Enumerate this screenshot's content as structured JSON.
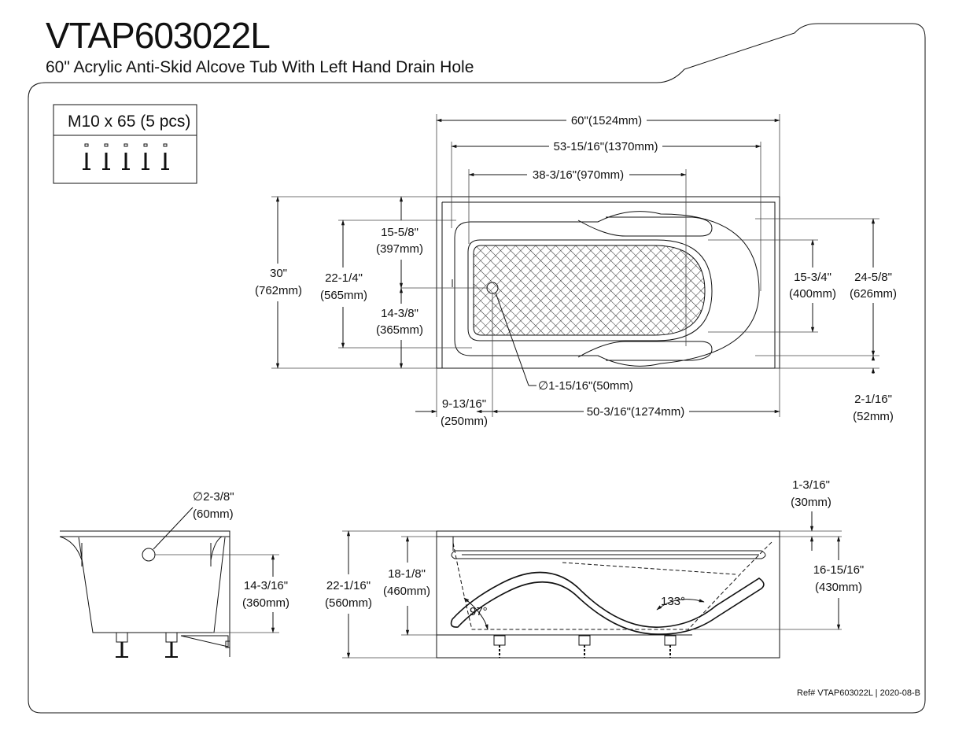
{
  "header": {
    "model": "VTAP603022L",
    "description": "60\" Acrylic Anti-Skid Alcove Tub With Left Hand Drain Hole"
  },
  "hardware": {
    "label": "M10 x 65 (5 pcs)"
  },
  "top_view": {
    "dims": {
      "overall_length": "60\"(1524mm)",
      "inner_length": "53-15/16\"(1370mm)",
      "bottom_length": "38-3/16\"(970mm)",
      "width_in": "30\"",
      "width_mm": "(762mm)",
      "inner_width_in": "22-1/4\"",
      "inner_width_mm": "(565mm)",
      "drain_offset_top_in": "15-5/8\"",
      "drain_offset_top_mm": "(397mm)",
      "drain_offset_bottom_in": "14-3/8\"",
      "drain_offset_bottom_mm": "(365mm)",
      "bottom_width_in": "15-3/4\"",
      "bottom_width_mm": "(400mm)",
      "rim_width_in": "24-5/8\"",
      "rim_width_mm": "(626mm)",
      "drain_dia": "∅1-15/16\"(50mm)",
      "drain_from_end_in": "9-13/16\"",
      "drain_from_end_mm": "(250mm)",
      "drain_to_end": "50-3/16\"(1274mm)",
      "apron_in": "2-1/16\"",
      "apron_mm": "(52mm)"
    }
  },
  "end_view": {
    "dims": {
      "overflow_dia_in": "∅2-3/8\"",
      "overflow_dia_mm": "(60mm)",
      "overflow_height_in": "14-3/16\"",
      "overflow_height_mm": "(360mm)"
    }
  },
  "side_view": {
    "dims": {
      "total_height_in": "22-1/16\"",
      "total_height_mm": "(560mm)",
      "depth_in": "18-1/8\"",
      "depth_mm": "(460mm)",
      "flange_in": "1-3/16\"",
      "flange_mm": "(30mm)",
      "water_depth_in": "16-15/16\"",
      "water_depth_mm": "(430mm)",
      "angle_left": "97°",
      "angle_right": "133°"
    }
  },
  "footer": {
    "ref": "Ref# VTAP603022L | 2020-08-B"
  }
}
